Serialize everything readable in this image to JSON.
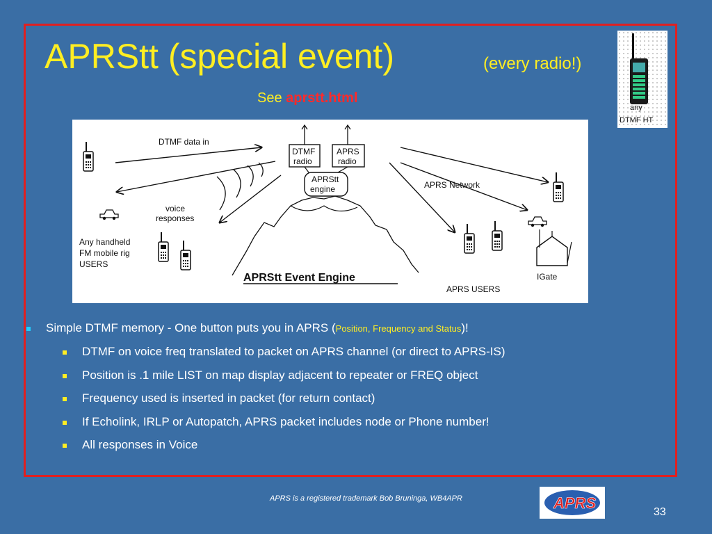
{
  "slide": {
    "title": "APRStt (special event)",
    "subtitle": "(every radio!)",
    "see_prefix": "See",
    "see_link": "aprstt.html",
    "page_number": "33",
    "footer": "APRS is a registered trademark Bob Bruninga, WB4APR"
  },
  "ht_image": {
    "label_1": "any",
    "label_2": "DTMF HT"
  },
  "diagram": {
    "dtmf_in": "DTMF data in",
    "dtmf_radio_1": "DTMF",
    "dtmf_radio_2": "radio",
    "aprs_radio_1": "APRS",
    "aprs_radio_2": "radio",
    "engine_1": "APRStt",
    "engine_2": "engine",
    "aprs_network": "APRS Network",
    "voice_1": "voice",
    "voice_2": "responses",
    "users_1": "Any handheld",
    "users_2": "FM mobile rig",
    "users_3": "USERS",
    "event_engine": "APRStt Event Engine",
    "aprs_users": "APRS USERS",
    "igate": "IGate"
  },
  "bullets": {
    "main_prefix": "Simple DTMF memory  - One button puts you in APRS (",
    "main_small": "Position, Frequency and Status",
    "main_suffix": ")!",
    "items": [
      "DTMF on voice freq translated to packet on APRS channel (or direct to APRS-IS)",
      "Position is .1 mile LIST on map display adjacent to repeater or FREQ object",
      "Frequency used is inserted in packet (for return contact)",
      "If Echolink, IRLP or Autopatch, APRS packet includes node or Phone number!",
      "All responses in Voice"
    ]
  },
  "logo": {
    "text": "APRS"
  },
  "colors": {
    "background": "#3a6ea5",
    "title": "#ffee22",
    "link": "#ff2a2a",
    "frame": "#e02020",
    "bullet_main": "#22ccff"
  }
}
